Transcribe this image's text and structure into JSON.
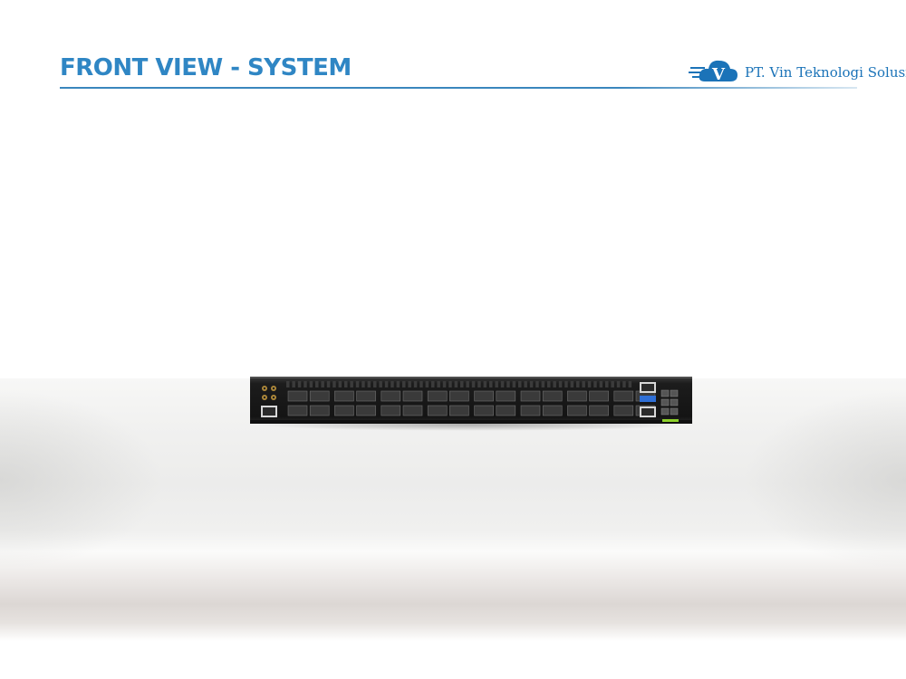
{
  "slide": {
    "title": "FRONT VIEW - SYSTEM",
    "accent_color": "#2f86c4"
  },
  "logo": {
    "company": "PT. Vin Teknologi Solusi",
    "mark_letter": "V",
    "icon": "cloud-v-logo-icon"
  },
  "device": {
    "icon": "network-switch-front-panel",
    "port_count": 32
  }
}
